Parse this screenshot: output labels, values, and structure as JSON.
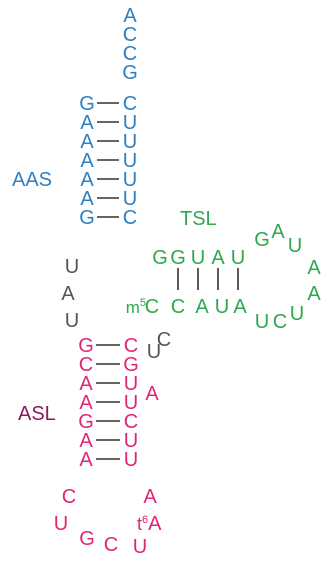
{
  "colors": {
    "aas": "#2f7fc1",
    "tsl": "#2ea84f",
    "asl": "#e0267a",
    "linker": "#555555",
    "asl_label": "#8b1a5a"
  },
  "labels": {
    "aas": "AAS",
    "tsl": "TSL",
    "asl": "ASL"
  },
  "tail": {
    "nts": [
      "A",
      "C",
      "C",
      "G"
    ]
  },
  "aas_stem": {
    "left": [
      "G",
      "A",
      "A",
      "A",
      "A",
      "A",
      "G"
    ],
    "right": [
      "C",
      "U",
      "U",
      "U",
      "U",
      "U",
      "C"
    ]
  },
  "linker": {
    "nts": [
      "U",
      "A",
      "U"
    ]
  },
  "tsl": {
    "top": [
      "G",
      "G",
      "U",
      "A",
      "U"
    ],
    "bottom_mod": "m",
    "bottom_mod_sup": "5",
    "bottom": [
      "C",
      "C",
      "A",
      "U",
      "A"
    ],
    "loop": [
      "G",
      "A",
      "U",
      "A",
      "A",
      "U",
      "C",
      "U"
    ]
  },
  "junction": {
    "nts": [
      "U",
      "C"
    ]
  },
  "asl_stem": {
    "left": [
      "G",
      "C",
      "A",
      "A",
      "G",
      "A",
      "A"
    ],
    "right": [
      "C",
      "G",
      "U",
      "U",
      "C",
      "U",
      "U"
    ],
    "bulge": "A"
  },
  "asl_loop": {
    "nts": [
      "C",
      "U",
      "G",
      "C",
      "U",
      "A"
    ],
    "mod_sup": "t",
    "mod_sup_num": "6"
  }
}
